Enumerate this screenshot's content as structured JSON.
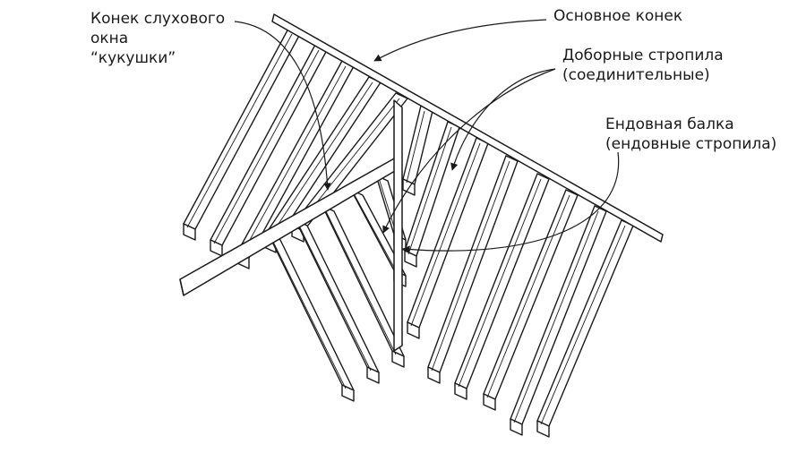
{
  "labels": {
    "dormer_ridge": [
      "Конек слухового",
      "окна",
      "“кукушки”"
    ],
    "main_ridge": "Основное конек",
    "jack_rafters": [
      "Доборные стропила",
      "(соединительные)"
    ],
    "valley_beam": [
      "Ендовная балка",
      "(ендовные стропила)"
    ]
  },
  "colors": {
    "ink": "#1a1a1a",
    "background": "#ffffff"
  }
}
